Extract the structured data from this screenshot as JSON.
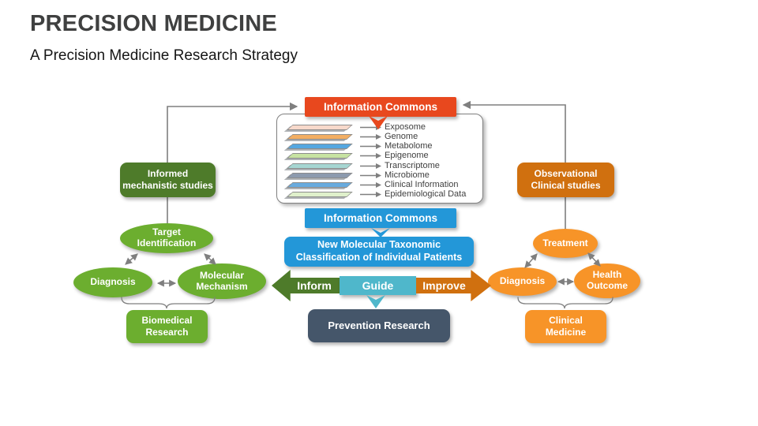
{
  "slide": {
    "title": "PRECISION MEDICINE",
    "subtitle": "A Precision Medicine Research Strategy"
  },
  "colors": {
    "red": "#E8481E",
    "blue": "#2397D8",
    "dark_green": "#4E7B2A",
    "green": "#6CAE2F",
    "dark_orange": "#D0700F",
    "orange": "#F79428",
    "teal": "#4FB7CB",
    "slate": "#45566A",
    "connector_gray": "#7F7F7F"
  },
  "diagram": {
    "info_commons_top": {
      "label": "Information Commons"
    },
    "info_commons_mid": {
      "label": "Information Commons"
    },
    "stack": {
      "layers": [
        {
          "label": "Exposome",
          "color": "#F7D9CB"
        },
        {
          "label": "Genome",
          "color": "#F2AE63"
        },
        {
          "label": "Metabolome",
          "color": "#55A7E0"
        },
        {
          "label": "Epigenome",
          "color": "#C7E3A2"
        },
        {
          "label": "Transcriptome",
          "color": "#A6D6D2"
        },
        {
          "label": "Microbiome",
          "color": "#8C9AAE"
        },
        {
          "label": "Clinical Information",
          "color": "#68ABDE"
        },
        {
          "label": "Epidemiological Data",
          "color": "#DFF0CB"
        }
      ]
    },
    "new_taxonomy": {
      "label": "New Molecular Taxonomic\nClassification of Individual Patients"
    },
    "left_branch": {
      "header": "Informed\nmechanistic studies",
      "target": "Target\nIdentification",
      "diagnosis": "Diagnosis",
      "mechanism": "Molecular\nMechanism",
      "footer": "Biomedical\nResearch"
    },
    "right_branch": {
      "header": "Observational\nClinical studies",
      "treatment": "Treatment",
      "diagnosis": "Diagnosis",
      "outcome": "Health\nOutcome",
      "footer": "Clinical\nMedicine"
    },
    "arrows": {
      "inform": "Inform",
      "guide": "Guide",
      "improve": "Improve"
    },
    "prevention": {
      "label": "Prevention Research"
    }
  }
}
